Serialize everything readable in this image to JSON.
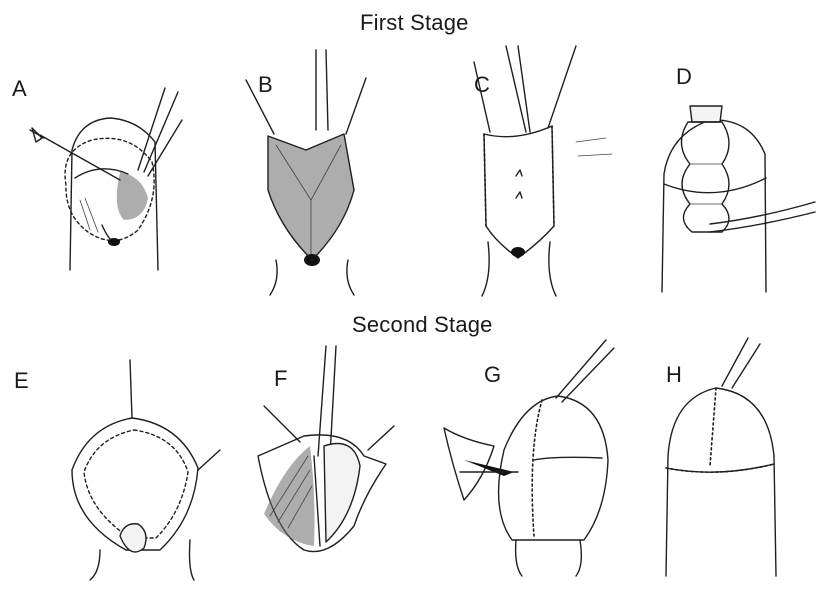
{
  "stages": {
    "first": "First Stage",
    "second": "Second Stage"
  },
  "panels": [
    "A",
    "B",
    "C",
    "D",
    "E",
    "F",
    "G",
    "H"
  ]
}
